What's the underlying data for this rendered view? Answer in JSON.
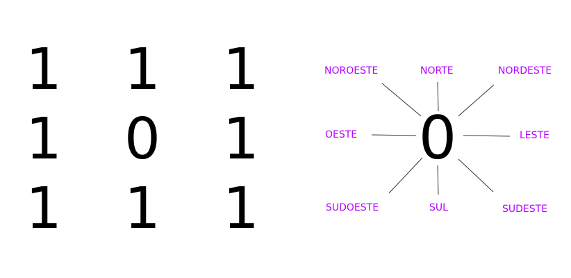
{
  "grid": {
    "rows": [
      [
        "1",
        "1",
        "1"
      ],
      [
        "1",
        "0",
        "1"
      ],
      [
        "1",
        "1",
        "1"
      ]
    ]
  },
  "compass": {
    "center": "0",
    "labels": {
      "northwest": "NOROESTE",
      "north": "NORTE",
      "northeast": "NORDESTE",
      "west": "OESTE",
      "east": "LESTE",
      "southwest": "SUDOESTE",
      "south": "SUL",
      "southeast": "SUDESTE"
    },
    "label_color": "#b600ff",
    "line_color": "#333333"
  }
}
